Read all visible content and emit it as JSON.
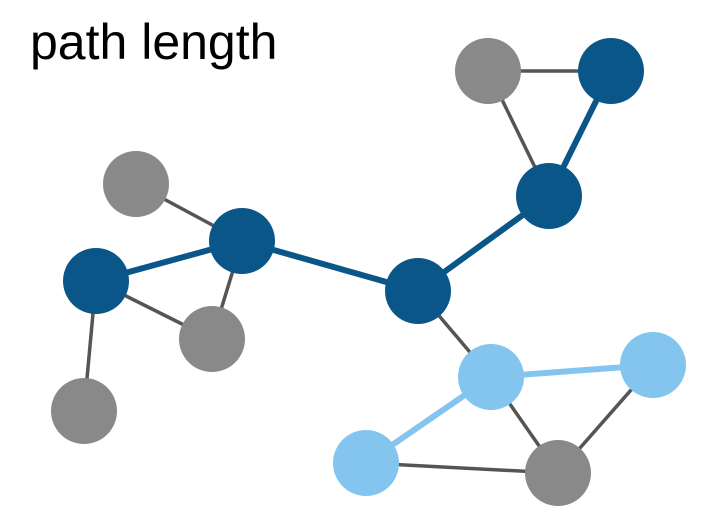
{
  "title": "path length",
  "colors": {
    "background": "#ffffff",
    "grey_node": "#898989",
    "dark_path": "#0b5689",
    "light_path": "#83c5ef",
    "plain_edge": "#555555"
  },
  "graph": {
    "nodes": [
      {
        "id": "top-left-grey",
        "group": "grey"
      },
      {
        "id": "top-right-dark",
        "group": "dark"
      },
      {
        "id": "upper-right-dark",
        "group": "dark"
      },
      {
        "id": "left-top-grey",
        "group": "grey"
      },
      {
        "id": "left-center-dark",
        "group": "dark"
      },
      {
        "id": "far-left-dark",
        "group": "dark"
      },
      {
        "id": "center-dark",
        "group": "dark"
      },
      {
        "id": "left-lower-grey",
        "group": "grey"
      },
      {
        "id": "bottom-left-grey",
        "group": "grey"
      },
      {
        "id": "mid-right-light",
        "group": "light"
      },
      {
        "id": "right-light",
        "group": "light"
      },
      {
        "id": "bottom-light",
        "group": "light"
      },
      {
        "id": "bottom-right-grey",
        "group": "grey"
      }
    ],
    "edges": [
      {
        "from": "top-left-grey",
        "to": "top-right-dark",
        "kind": "plain"
      },
      {
        "from": "top-left-grey",
        "to": "upper-right-dark",
        "kind": "plain"
      },
      {
        "from": "top-right-dark",
        "to": "upper-right-dark",
        "kind": "dark"
      },
      {
        "from": "upper-right-dark",
        "to": "center-dark",
        "kind": "dark"
      },
      {
        "from": "center-dark",
        "to": "left-center-dark",
        "kind": "dark"
      },
      {
        "from": "left-center-dark",
        "to": "far-left-dark",
        "kind": "dark"
      },
      {
        "from": "left-top-grey",
        "to": "left-center-dark",
        "kind": "plain"
      },
      {
        "from": "left-center-dark",
        "to": "left-lower-grey",
        "kind": "plain"
      },
      {
        "from": "far-left-dark",
        "to": "left-lower-grey",
        "kind": "plain"
      },
      {
        "from": "far-left-dark",
        "to": "bottom-left-grey",
        "kind": "plain"
      },
      {
        "from": "center-dark",
        "to": "mid-right-light",
        "kind": "plain"
      },
      {
        "from": "mid-right-light",
        "to": "right-light",
        "kind": "light"
      },
      {
        "from": "mid-right-light",
        "to": "bottom-light",
        "kind": "light"
      },
      {
        "from": "mid-right-light",
        "to": "bottom-right-grey",
        "kind": "plain"
      },
      {
        "from": "right-light",
        "to": "bottom-right-grey",
        "kind": "plain"
      },
      {
        "from": "bottom-light",
        "to": "bottom-right-grey",
        "kind": "plain"
      }
    ]
  }
}
